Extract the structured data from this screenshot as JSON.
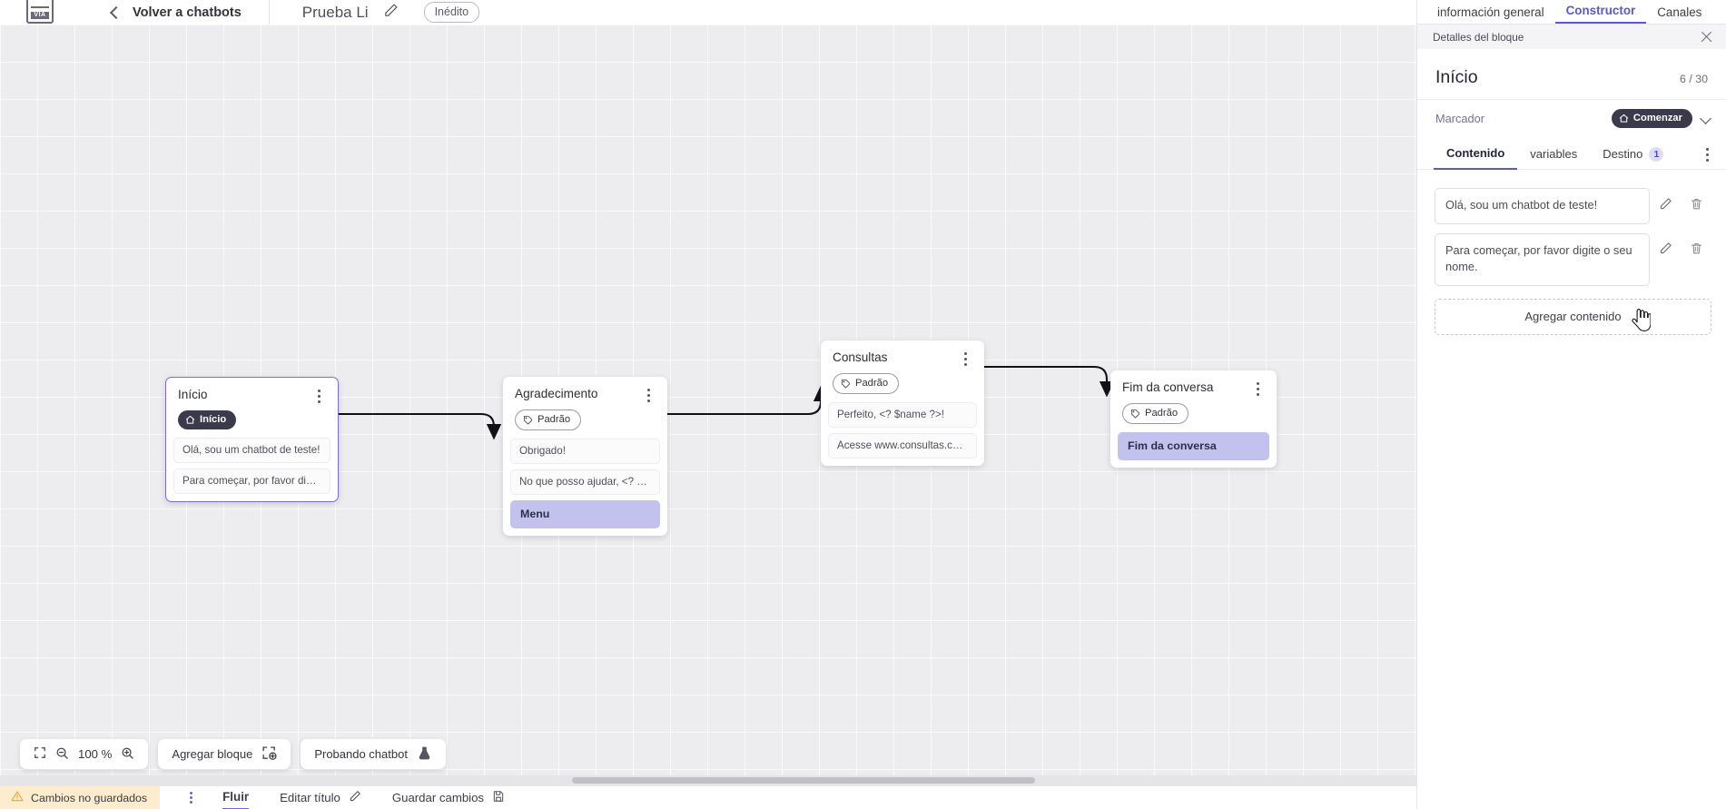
{
  "topbar": {
    "logo_text": "VIA",
    "back_label": "Volver a chatbots",
    "doc_title": "Prueba Li",
    "status_badge": "Inédito"
  },
  "right_panel": {
    "tabs": [
      {
        "label": "información general",
        "active": false
      },
      {
        "label": "Constructor",
        "active": true
      },
      {
        "label": "Canales",
        "active": false
      }
    ],
    "subheader": "Detalles del bloque",
    "block_title": "Início",
    "block_count": "6 / 30",
    "marker_label": "Marcador",
    "marker_value": "Comenzar",
    "content_tabs": [
      {
        "label": "Contenido",
        "active": true,
        "badge": ""
      },
      {
        "label": "variables",
        "active": false,
        "badge": ""
      },
      {
        "label": "Destino",
        "active": false,
        "badge": "1"
      }
    ],
    "content_items": [
      "Olá, sou um chatbot de teste!",
      "Para começar, por favor digite o seu nome."
    ],
    "add_content_label": "Agregar contenido"
  },
  "canvas": {
    "nodes": [
      {
        "title": "Início",
        "pill": {
          "label": "Início",
          "style": "dark",
          "icon": "home-icon"
        },
        "rows": [
          {
            "text": "Olá, sou um chatbot de teste!",
            "accent": false
          },
          {
            "text": "Para começar, por favor digite o ...",
            "accent": false
          }
        ]
      },
      {
        "title": "Agradecimento",
        "pill": {
          "label": "Padrão",
          "style": "outline",
          "icon": "tag-icon"
        },
        "rows": [
          {
            "text": "Obrigado!",
            "accent": false
          },
          {
            "text": "No que posso ajudar, <? $name ...",
            "accent": false
          },
          {
            "text": "Menu",
            "accent": true
          }
        ]
      },
      {
        "title": "Consultas",
        "pill": {
          "label": "Padrão",
          "style": "outline",
          "icon": "tag-icon"
        },
        "rows": [
          {
            "text": "Perfeito, <? $name ?>!",
            "accent": false
          },
          {
            "text": "Acesse www.consultas.com par...",
            "accent": false
          }
        ]
      },
      {
        "title": "Fim da conversa",
        "pill": {
          "label": "Padrão",
          "style": "outline",
          "icon": "tag-icon"
        },
        "rows": [
          {
            "text": "Fim da conversa",
            "accent": true
          }
        ]
      }
    ],
    "toolbar": {
      "zoom_value": "100 %",
      "add_block_label": "Agregar bloque",
      "test_chatbot_label": "Probando chatbot"
    }
  },
  "statusbar": {
    "unsaved_label": "Cambios no guardados",
    "flow_tab": "Fluir",
    "edit_title_label": "Editar título",
    "save_changes_label": "Guardar cambios"
  },
  "colors": {
    "accent": "#5b59cf",
    "node_accent_row": "#c3c2ee",
    "pill_dark": "#3a3a4c",
    "warning_bg": "#fdeccd",
    "canvas_bg": "#ededef"
  }
}
